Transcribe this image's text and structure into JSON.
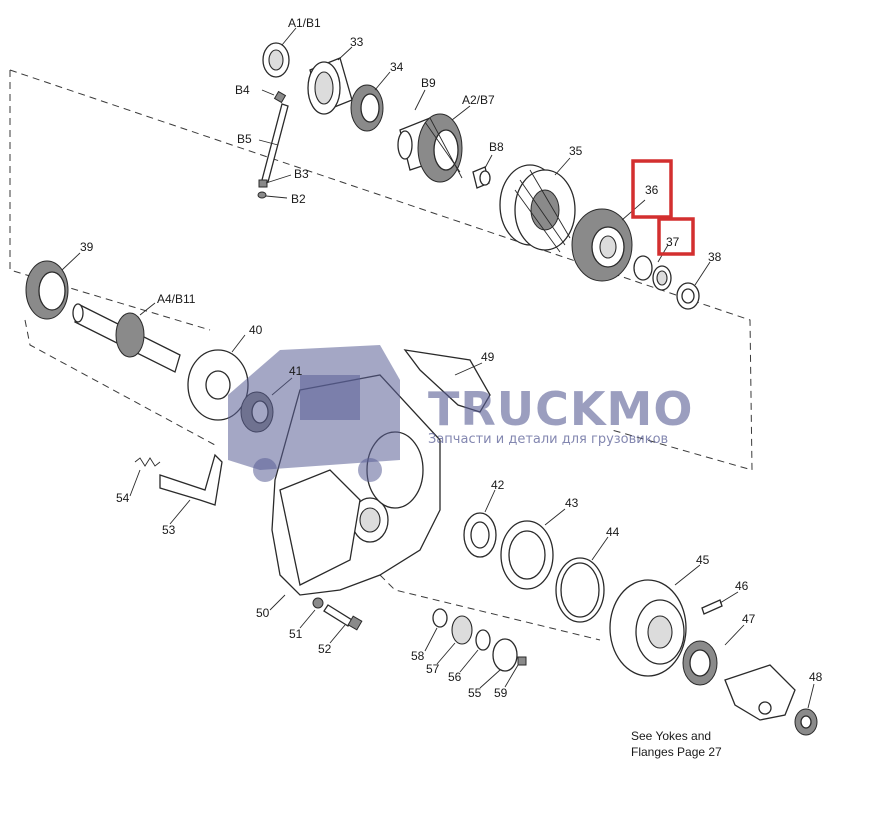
{
  "callouts": {
    "a1b1": "A1/B1",
    "p33": "33",
    "p34": "34",
    "b4": "B4",
    "b9": "B9",
    "a2b7": "A2/B7",
    "b5": "B5",
    "b8": "B8",
    "p35": "35",
    "b3": "B3",
    "b2": "B2",
    "p36": "36",
    "p37": "37",
    "p38": "38",
    "p39": "39",
    "a4b11": "A4/B11",
    "p40": "40",
    "p41": "41",
    "p49": "49",
    "p54": "54",
    "p53": "53",
    "p42": "42",
    "p43": "43",
    "p44": "44",
    "p45": "45",
    "p46": "46",
    "p47": "47",
    "p48": "48",
    "p50": "50",
    "p51": "51",
    "p52": "52",
    "p58": "58",
    "p57": "57",
    "p56": "56",
    "p55": "55",
    "p59": "59"
  },
  "note": {
    "line1": "See Yokes and",
    "line2": "Flanges Page 27"
  },
  "watermark": {
    "brand": "TRUCKMO",
    "tagline": "Запчасти и детали для грузовиков",
    "color": "#5a5f96"
  },
  "highlight": {
    "color": "#d32f2f",
    "parts": [
      "36",
      "37"
    ]
  }
}
